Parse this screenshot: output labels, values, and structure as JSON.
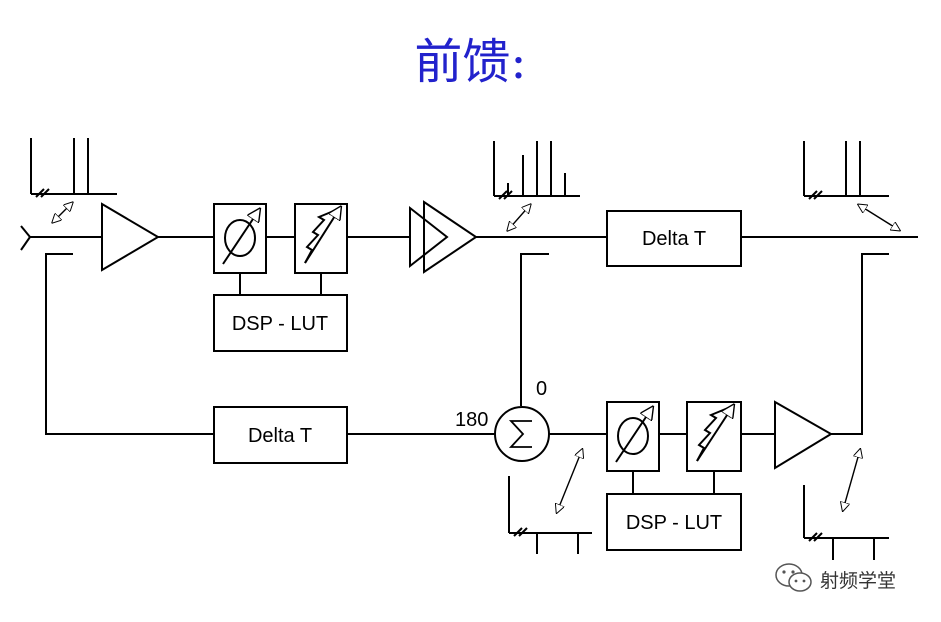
{
  "title": "前馈:",
  "blocks": {
    "delay_top": "Delta T",
    "delay_bottom": "Delta T",
    "dsp_top": "DSP - LUT",
    "dsp_bottom": "DSP - LUT"
  },
  "combiner": {
    "input_0_label": "0",
    "input_180_label": "180"
  },
  "watermark": {
    "text": "射频学堂"
  }
}
